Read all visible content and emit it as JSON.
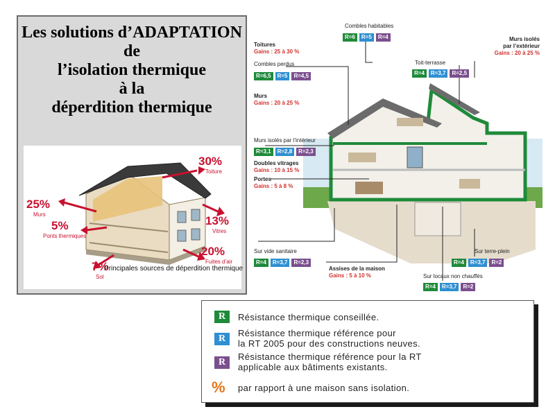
{
  "title_lines": [
    "Les solutions d’ADAPTATION",
    "de",
    "l’isolation thermique",
    "à la",
    "déperdition thermique"
  ],
  "loss_diagram": {
    "caption": "Principales sources de déperdition thermique",
    "items": [
      {
        "pct": "30%",
        "label": "Toiture"
      },
      {
        "pct": "25%",
        "label": "Murs"
      },
      {
        "pct": "5%",
        "label": "Ponts thermiques"
      },
      {
        "pct": "13%",
        "label": "Vitres"
      },
      {
        "pct": "20%",
        "label": "Fuites d’air"
      },
      {
        "pct": "7%",
        "label": "Sol"
      }
    ]
  },
  "house": {
    "combles_habitables": {
      "label": "Combles habitables",
      "r": [
        "R=6",
        "R=5",
        "R=4"
      ]
    },
    "toitures": {
      "label": "Toitures",
      "gain": "Gains : 25 à 30 %"
    },
    "combles_perdus": {
      "label": "Combles perdus",
      "r": [
        "R=6,5",
        "R=5",
        "R=4,5"
      ]
    },
    "murs": {
      "label": "Murs",
      "gain": "Gains : 20 à 25 %"
    },
    "murs_interieur": {
      "label": "Murs isolés par l’intérieur",
      "r": [
        "R=3,1",
        "R=2,8",
        "R=2,3"
      ]
    },
    "doubles_vitrages": {
      "label": "Doubles vitrages",
      "gain": "Gains : 10 à 15 %"
    },
    "portes": {
      "label": "Portes",
      "gain": "Gains : 5 à 8 %"
    },
    "murs_exterieur": {
      "label1": "Murs isolés",
      "label2": "par l’extérieur",
      "gain": "Gains : 20 à 25 %"
    },
    "toit_terrasse": {
      "label": "Toit-terrasse",
      "r": [
        "R=4",
        "R=3,7",
        "R=2,5"
      ]
    },
    "vide_sanitaire": {
      "label": "Sur vide sanitaire",
      "r": [
        "R=4",
        "R=3,7",
        "R=2,3"
      ]
    },
    "assises": {
      "label": "Assises de la maison",
      "gain": "Gains : 5 à 10 %"
    },
    "terre_plein": {
      "label": "Sur terre-plein",
      "r": [
        "R=4",
        "R=3,7",
        "R=2"
      ]
    },
    "locaux": {
      "label": "Sur locaux non chauffés",
      "r": [
        "R=4",
        "R=3,7",
        "R=2"
      ]
    }
  },
  "legend": {
    "square_letter": "R",
    "percent_symbol": "%",
    "items": [
      {
        "color": "#1f8a3a",
        "text1": "Résistance thermique conseillée.",
        "text2": ""
      },
      {
        "color": "#2e8fd1",
        "text1": "Résistance thermique référence pour",
        "text2": "la RT 2005 pour des constructions neuves."
      },
      {
        "color": "#7b4f8e",
        "text1": "Résistance thermique référence pour la RT",
        "text2": "applicable aux bâtiments existants."
      }
    ],
    "percent_text": "par rapport à une maison sans isolation."
  },
  "colors": {
    "green": "#1f8a3a",
    "blue": "#2e8fd1",
    "purple": "#7b4f8e",
    "red": "#c8102e",
    "orange": "#e8731c"
  }
}
